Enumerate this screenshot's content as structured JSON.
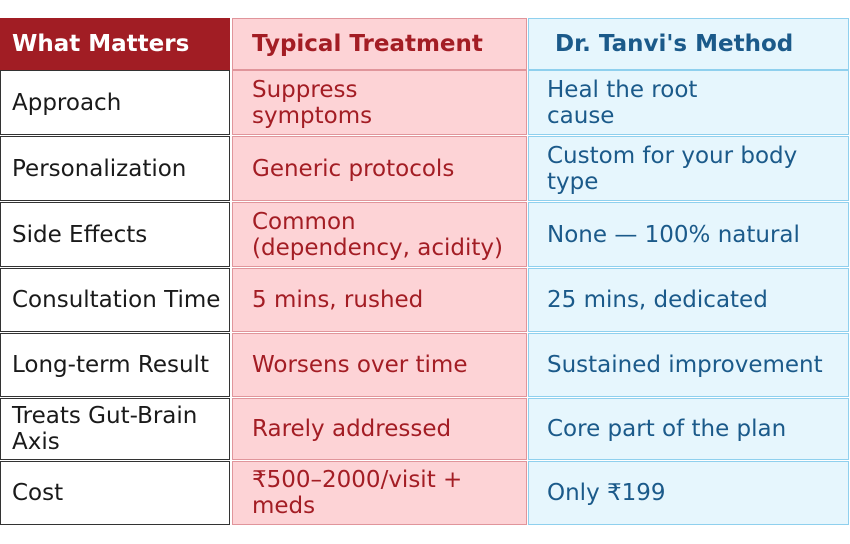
{
  "headers": [
    "What Matters",
    "Typical Treatment",
    "Dr. Tanvi's Method"
  ],
  "rows": [
    {
      "factor": "Approach",
      "typical": "Suppress\nsymptoms",
      "tanvi": "Heal the root\ncause"
    },
    {
      "factor": "Personalization",
      "typical": "Generic protocols",
      "tanvi": "Custom for your body\ntype"
    },
    {
      "factor": "Side Effects",
      "typical": "Common\n(dependency, acidity)",
      "tanvi": "None — 100% natural"
    },
    {
      "factor": "Consultation Time",
      "typical": "5 mins, rushed",
      "tanvi": "25 mins, dedicated"
    },
    {
      "factor": "Long-term Result",
      "typical": "Worsens over time",
      "tanvi": "Sustained improvement"
    },
    {
      "factor": "Treats Gut-Brain\nAxis",
      "typical": "Rarely addressed",
      "tanvi": "Core part of the plan"
    },
    {
      "factor": "Cost",
      "typical": "₹500–2000/visit +\nmeds",
      "tanvi": "Only ₹199"
    }
  ],
  "colors": {
    "header_red": "#a11d24",
    "typical_bg": "#fdd3d6",
    "typical_text": "#a31d24",
    "tanvi_bg": "#e6f6fd",
    "tanvi_text": "#1b5a8a"
  }
}
